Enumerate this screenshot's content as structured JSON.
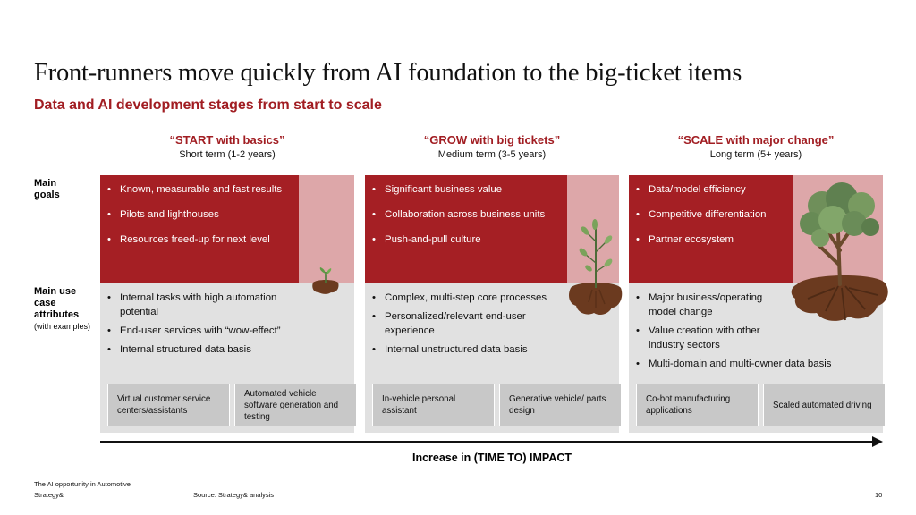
{
  "header": {
    "title": "Front-runners move quickly from AI foundation to the big-ticket items",
    "subtitle": "Data and AI development stages from start to scale"
  },
  "row_labels": {
    "goals": "Main goals",
    "attributes": "Main use case attributes",
    "attributes_note": "(with examples)"
  },
  "stages": [
    {
      "title": "“START with basics”",
      "term": "Short term (1-2 years)",
      "goals": [
        "Known, measurable and fast results",
        "Pilots and lighthouses",
        "Resources freed-up for next level"
      ],
      "attributes": [
        "Internal tasks with high automation potential",
        "End-user services with “wow-effect”",
        "Internal structured data basis"
      ],
      "examples": [
        "Virtual customer service centers/assistants",
        "Automated vehicle software generation and testing"
      ]
    },
    {
      "title": "“GROW with big tickets”",
      "term": "Medium term (3-5 years)",
      "goals": [
        "Significant business value",
        "Collaboration across business units",
        "Push-and-pull culture"
      ],
      "attributes": [
        "Complex, multi-step core processes",
        "Personalized/relevant end-user experience",
        "Internal unstructured data basis"
      ],
      "examples": [
        "In-vehicle personal assistant",
        "Generative vehicle/ parts design"
      ]
    },
    {
      "title": "“SCALE with major change”",
      "term": "Long term (5+ years)",
      "goals": [
        "Data/model efficiency",
        "Competitive differentiation",
        "Partner ecosystem"
      ],
      "attributes": [
        "Major business/operating model change",
        "Value creation with other industry sectors",
        "Multi-domain and multi-owner data basis"
      ],
      "examples": [
        "Co-bot manufacturing applications",
        "Scaled automated driving"
      ]
    }
  ],
  "axis_caption": "Increase in (TIME TO) IMPACT",
  "footer": {
    "report": "The AI opportunity in Automotive",
    "brand": "Strategy&",
    "source": "Source: Strategy& analysis",
    "page": "10"
  },
  "colors": {
    "accent_red": "#a51f24",
    "light_red": "#dda7a9",
    "panel_gray": "#e1e1e1",
    "example_gray": "#c8c8c8"
  }
}
